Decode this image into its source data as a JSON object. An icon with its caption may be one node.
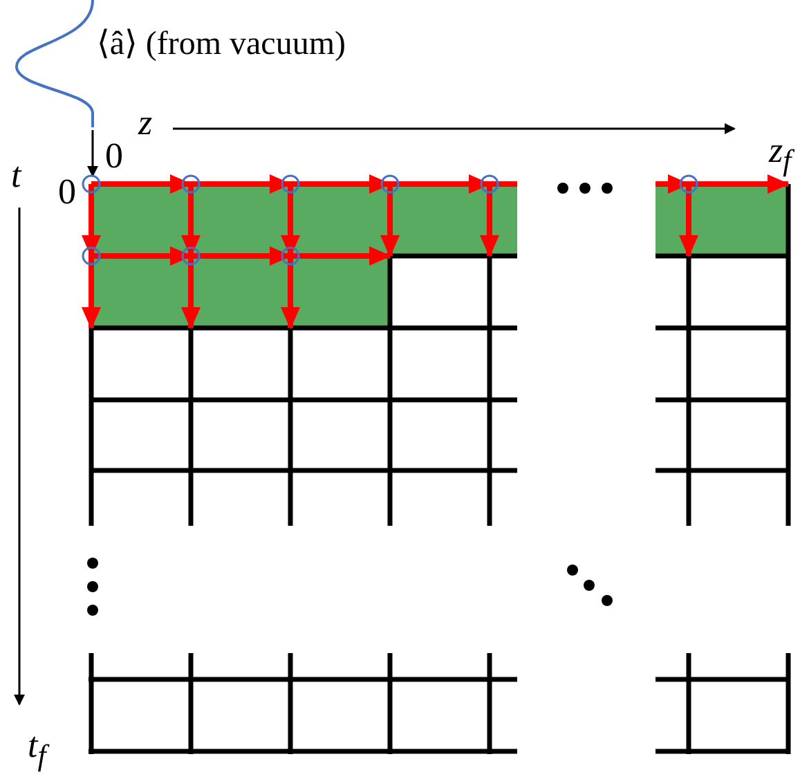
{
  "diagram": {
    "labels": [
      "⟨â⟩ (from vacuum)",
      "z",
      "0",
      "z$_{f}$",
      "t",
      "0",
      "t$_{f}$"
    ]
  }
}
